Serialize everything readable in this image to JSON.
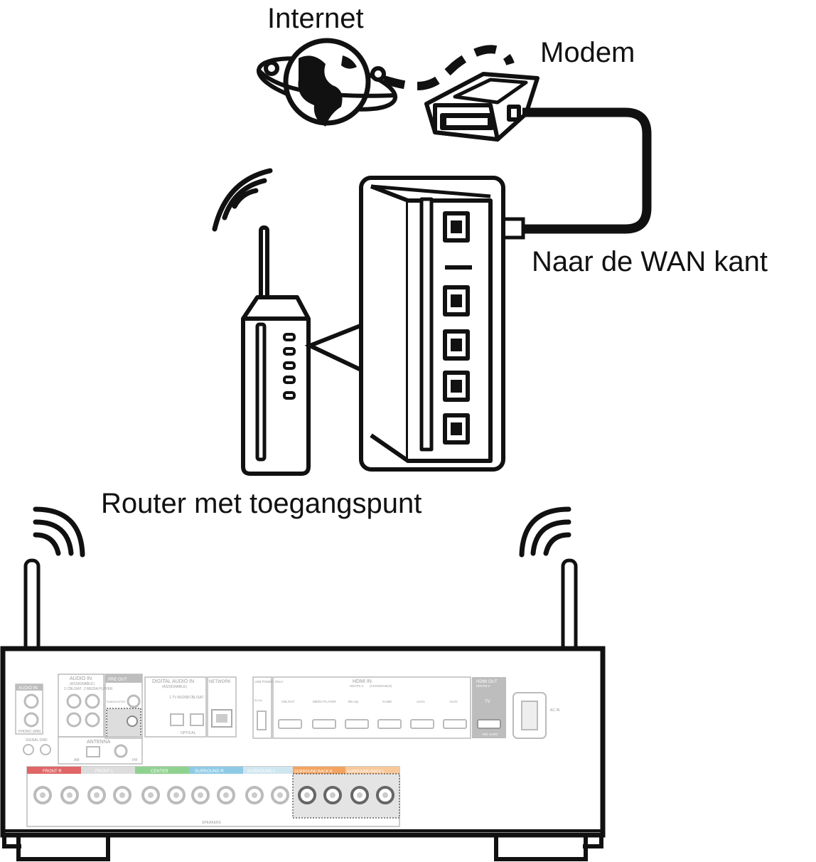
{
  "labels": {
    "internet": "Internet",
    "modem": "Modem",
    "wan": "Naar de WAN kant",
    "router": "Router met toegangspunt"
  },
  "receiver_panel": {
    "audio_in_left": "AUDIO IN",
    "phono": "PHONO (MM)",
    "signal_gnd": "SIGNAL GND",
    "audio_in_assignable": "AUDIO IN",
    "audio_sub": "(ASSIGNABLE)",
    "audio_src1": "1 CBL/SAT",
    "audio_src2": "2 MEDIA PLAYER",
    "pre_out": "PRE OUT",
    "subwoofer": "SUBWOOFER",
    "digital_audio": "DIGITAL AUDIO IN",
    "digital_sub": "(ASSIGNABLE)",
    "opt1": "1 TV AUDIO",
    "opt2": "2 CBL/SAT",
    "optical": "OPTICAL",
    "network": "NETWORK",
    "usb": "USB POWER ONLY",
    "usb_rating": "5V/1A",
    "antenna": "ANTENNA",
    "am": "AM",
    "fm": "FM",
    "hdmi_in": "HDMI IN",
    "hdcp_in": "HDCP2.3",
    "hdmi_assignable": "(ASSIGNABLE)",
    "hdmi_inputs": [
      "CBL/SAT",
      "MEDIA PLAYER",
      "Blu-ray",
      "GAME",
      "AUX1",
      "AUX2"
    ],
    "hdmi_out": "HDMI OUT",
    "hdcp_out": "HDCP2.3",
    "tv": "TV",
    "arc": "ARC eARC",
    "ac_in": "AC IN",
    "speakers": "SPEAKERS",
    "speaker_groups": [
      "FRONT R",
      "FRONT L",
      "CENTER",
      "SURROUND R",
      "SURROUND L",
      "SURROUND BACK R",
      "SURROUND BACK L"
    ]
  },
  "colors": {
    "line": "#111111",
    "panel_gray": "#cfcfcf",
    "front_r": "#e06666",
    "center": "#8fd18f",
    "surround": "#8ecae6",
    "surround_back": "#f4a460"
  }
}
